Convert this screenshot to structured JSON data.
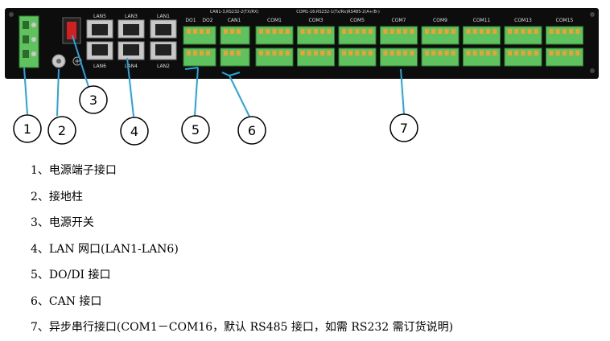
{
  "panel": {
    "lan_labels": [
      "LAN5",
      "LAN3",
      "LAN1",
      "LAN6",
      "LAN4",
      "LAN2"
    ],
    "dio_labels": [
      "DO1",
      "DO2"
    ],
    "can_header": "CAN1-3,RS232-2(TX/RX)",
    "can_label": "CAN1",
    "com_header": "COM1-16:RS232-1(Tx/Rx)RS485-2(A+/B-)",
    "com_labels": [
      "COM1",
      "COM3",
      "COM5",
      "COM7",
      "COM9",
      "COM11",
      "COM13",
      "COM15"
    ]
  },
  "callouts": [
    "1",
    "2",
    "3",
    "4",
    "5",
    "6",
    "7"
  ],
  "legend": [
    "1、电源端子接口",
    "2、接地柱",
    "3、电源开关",
    "4、LAN 网口(LAN1-LAN6)",
    "5、DO/DI 接口",
    "6、CAN 接口",
    "7、异步串行接口(COM1－COM16，默认 RS485 接口，如需 RS232 需订货说明)"
  ],
  "colors": {
    "panel": "#0d0d0d",
    "terminal_green": "#5fc25f",
    "terminal_orange": "#f0a030",
    "callout_line": "#29a3dc",
    "jack_silver": "#d8d8d8"
  }
}
